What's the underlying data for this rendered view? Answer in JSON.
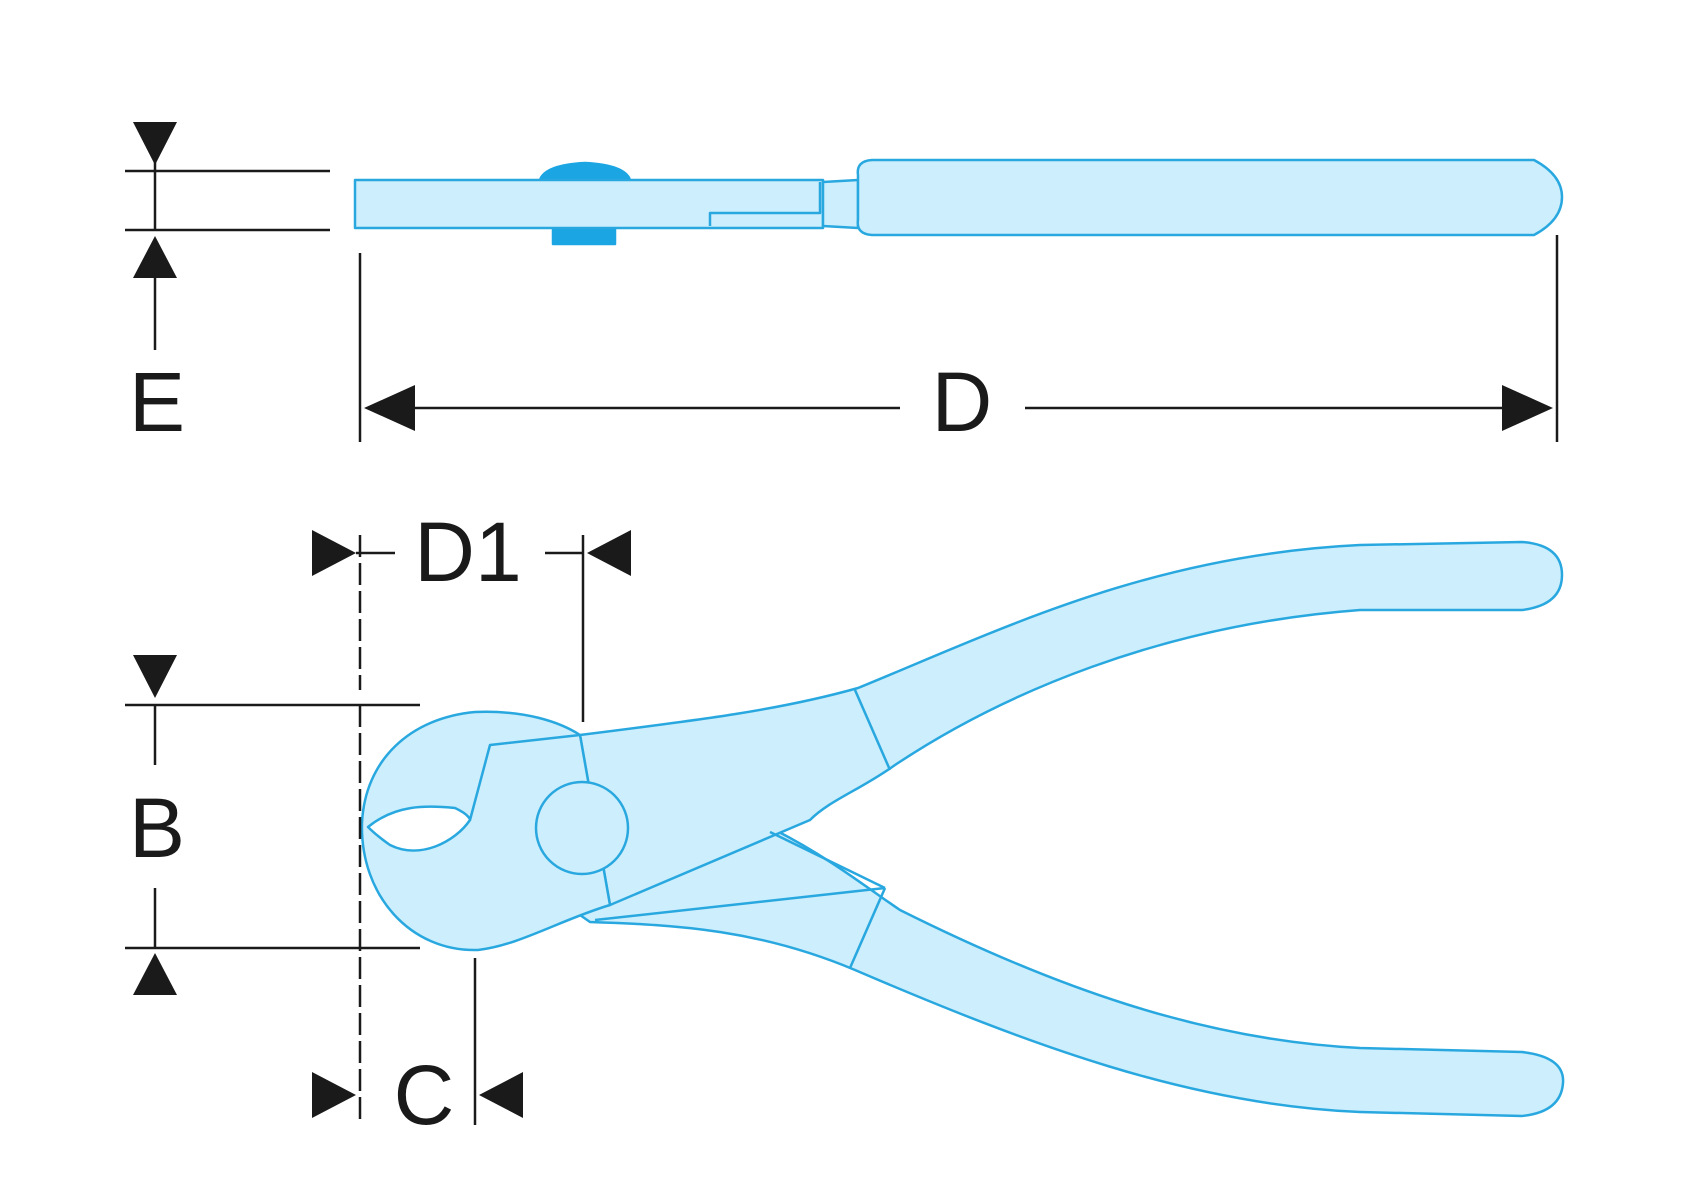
{
  "diagram": {
    "labels": {
      "e": "E",
      "d": "D",
      "d1": "D1",
      "b": "B",
      "c": "C"
    },
    "colors": {
      "tool_fill": "#cdeefc",
      "tool_stroke": "#29a8e0",
      "pivot_fill": "#1ba6e3",
      "dimension": "#1a1a1a",
      "background": "#ffffff"
    }
  }
}
